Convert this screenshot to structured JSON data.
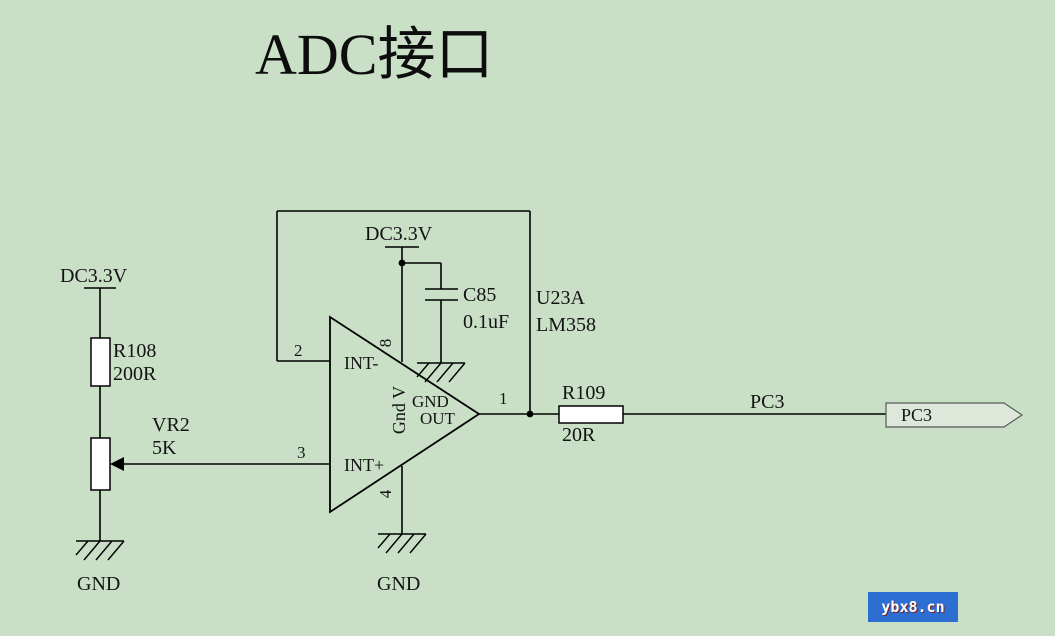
{
  "title": "ADC接口",
  "watermark": "ybx8.cn",
  "colors": {
    "background": "#c9e0c7",
    "watermark_bg": "#2d6ed3",
    "wire": "#000000",
    "port_fill": "#dde8da"
  },
  "left_branch": {
    "power_label": "DC3.3V",
    "r108": {
      "ref": "R108",
      "value": "200R"
    },
    "vr2": {
      "ref": "VR2",
      "value": "5K"
    },
    "gnd_label": "GND"
  },
  "top_branch": {
    "power_label": "DC3.3V",
    "c85": {
      "ref": "C85",
      "value": "0.1uF"
    }
  },
  "opamp": {
    "ref": "U23A",
    "part": "LM358",
    "pin1": "1",
    "pin2": "2",
    "pin3": "3",
    "pin4": "4",
    "pin8": "8",
    "in_minus_label": "INT-",
    "in_plus_label": "INT+",
    "power_pins_label": "Gnd V",
    "gnd_pin_label": "GND",
    "out_pin_label": "OUT",
    "gnd_label": "GND"
  },
  "output_branch": {
    "r109": {
      "ref": "R109",
      "value": "20R"
    },
    "net_label": "PC3",
    "port_label": "PC3"
  }
}
